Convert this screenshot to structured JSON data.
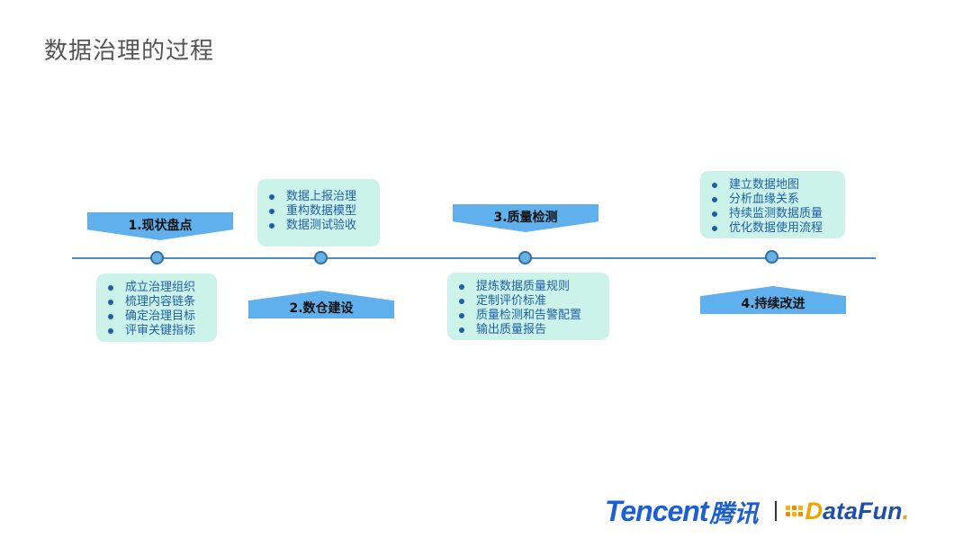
{
  "page": {
    "title": "数据治理的过程"
  },
  "stages": [
    {
      "label": "1.现状盘点",
      "items": [
        "成立治理组织",
        "梳理内容链条",
        "确定治理目标",
        "评审关键指标"
      ]
    },
    {
      "label": "2.数仓建设",
      "items": [
        "数据上报治理",
        "重构数据模型",
        "数据测试验收"
      ]
    },
    {
      "label": "3.质量检测",
      "items": [
        "提炼数据质量规则",
        "定制评价标准",
        "质量检测和告警配置",
        "输出质量报告"
      ]
    },
    {
      "label": "4.持续改进",
      "items": [
        "建立数据地图",
        "分析血缘关系",
        "持续监测数据质量",
        "优化数据使用流程"
      ]
    }
  ],
  "footer": {
    "tencent_en": "Tencent",
    "tencent_cn": "腾讯",
    "separator": "|",
    "datafun_d": "D",
    "datafun_rest": "ataFun",
    "datafun_dot": "."
  },
  "colors": {
    "flag": "#5fb0ec",
    "card": "#ccf3ea",
    "line": "#4a90c8",
    "text_blue": "#1f5fa8"
  }
}
